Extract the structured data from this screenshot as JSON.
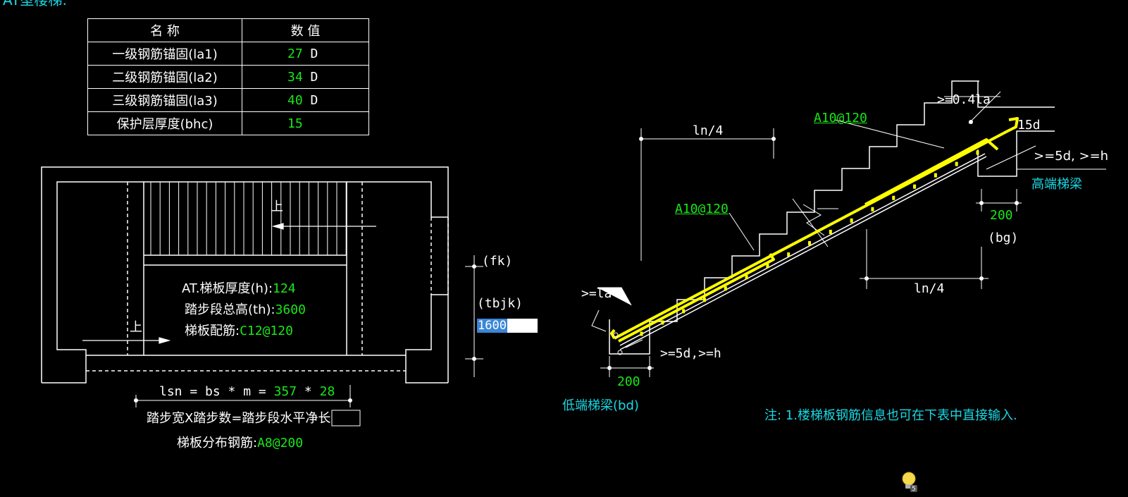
{
  "header": {
    "title": "AT型楼梯:"
  },
  "anchor_table": {
    "col_name": "名 称",
    "col_value": "数 值",
    "rows": [
      {
        "name": "一级钢筋锚固(la1)",
        "value": "27",
        "unit": "D"
      },
      {
        "name": "二级钢筋锚固(la2)",
        "value": "34",
        "unit": "D"
      },
      {
        "name": "三级钢筋锚固(la3)",
        "value": "40",
        "unit": "D"
      },
      {
        "name": "保护层厚度(bhc)",
        "value": "15",
        "unit": ""
      }
    ]
  },
  "plan": {
    "up_label": "上",
    "thickness_label": "AT.梯板厚度(h):",
    "thickness_value": "124",
    "height_label": "踏步段总高(th):",
    "height_value": "3600",
    "rebar_label": "梯板配筋:",
    "rebar_value": "C12@120",
    "lsn_label": "lsn = bs * m =",
    "bs_value": "357",
    "times": "*",
    "m_value": "28",
    "note_line": "踏步宽X踏步数=踏步段水平",
    "note_boxed": "净长",
    "distribution_label": "梯板分布钢筋:",
    "distribution_value": "A8@200"
  },
  "side": {
    "fk_label": "(fk)",
    "tbjk_label": "(tbjk)",
    "tbjk_value": "1600"
  },
  "section": {
    "top_rebar_label_upper": "A10@120",
    "top_rebar_label_lower": "A10@120",
    "ln4_top": "ln/4",
    "ln4_bottom": "ln/4",
    "la04": ">=0.4la",
    "d15": "15d",
    "ge5d_h_high": ">=5d, >=h",
    "high_beam_label": "高端梯梁",
    "high_beam_width": "200",
    "bg_label": "(bg)",
    "ge_la": ">=la",
    "ge5d_h_low": ">=5d,>=h",
    "low_beam_width": "200",
    "low_beam_label": "低端梯梁(bd)",
    "note": "注: 1.楼梯板钢筋信息也可在下表中直接输入."
  },
  "colors": {
    "white": "#ffffff",
    "green": "#19e619",
    "cyan": "#19d9e6",
    "yellow": "#ffff00",
    "background": "#000000"
  }
}
